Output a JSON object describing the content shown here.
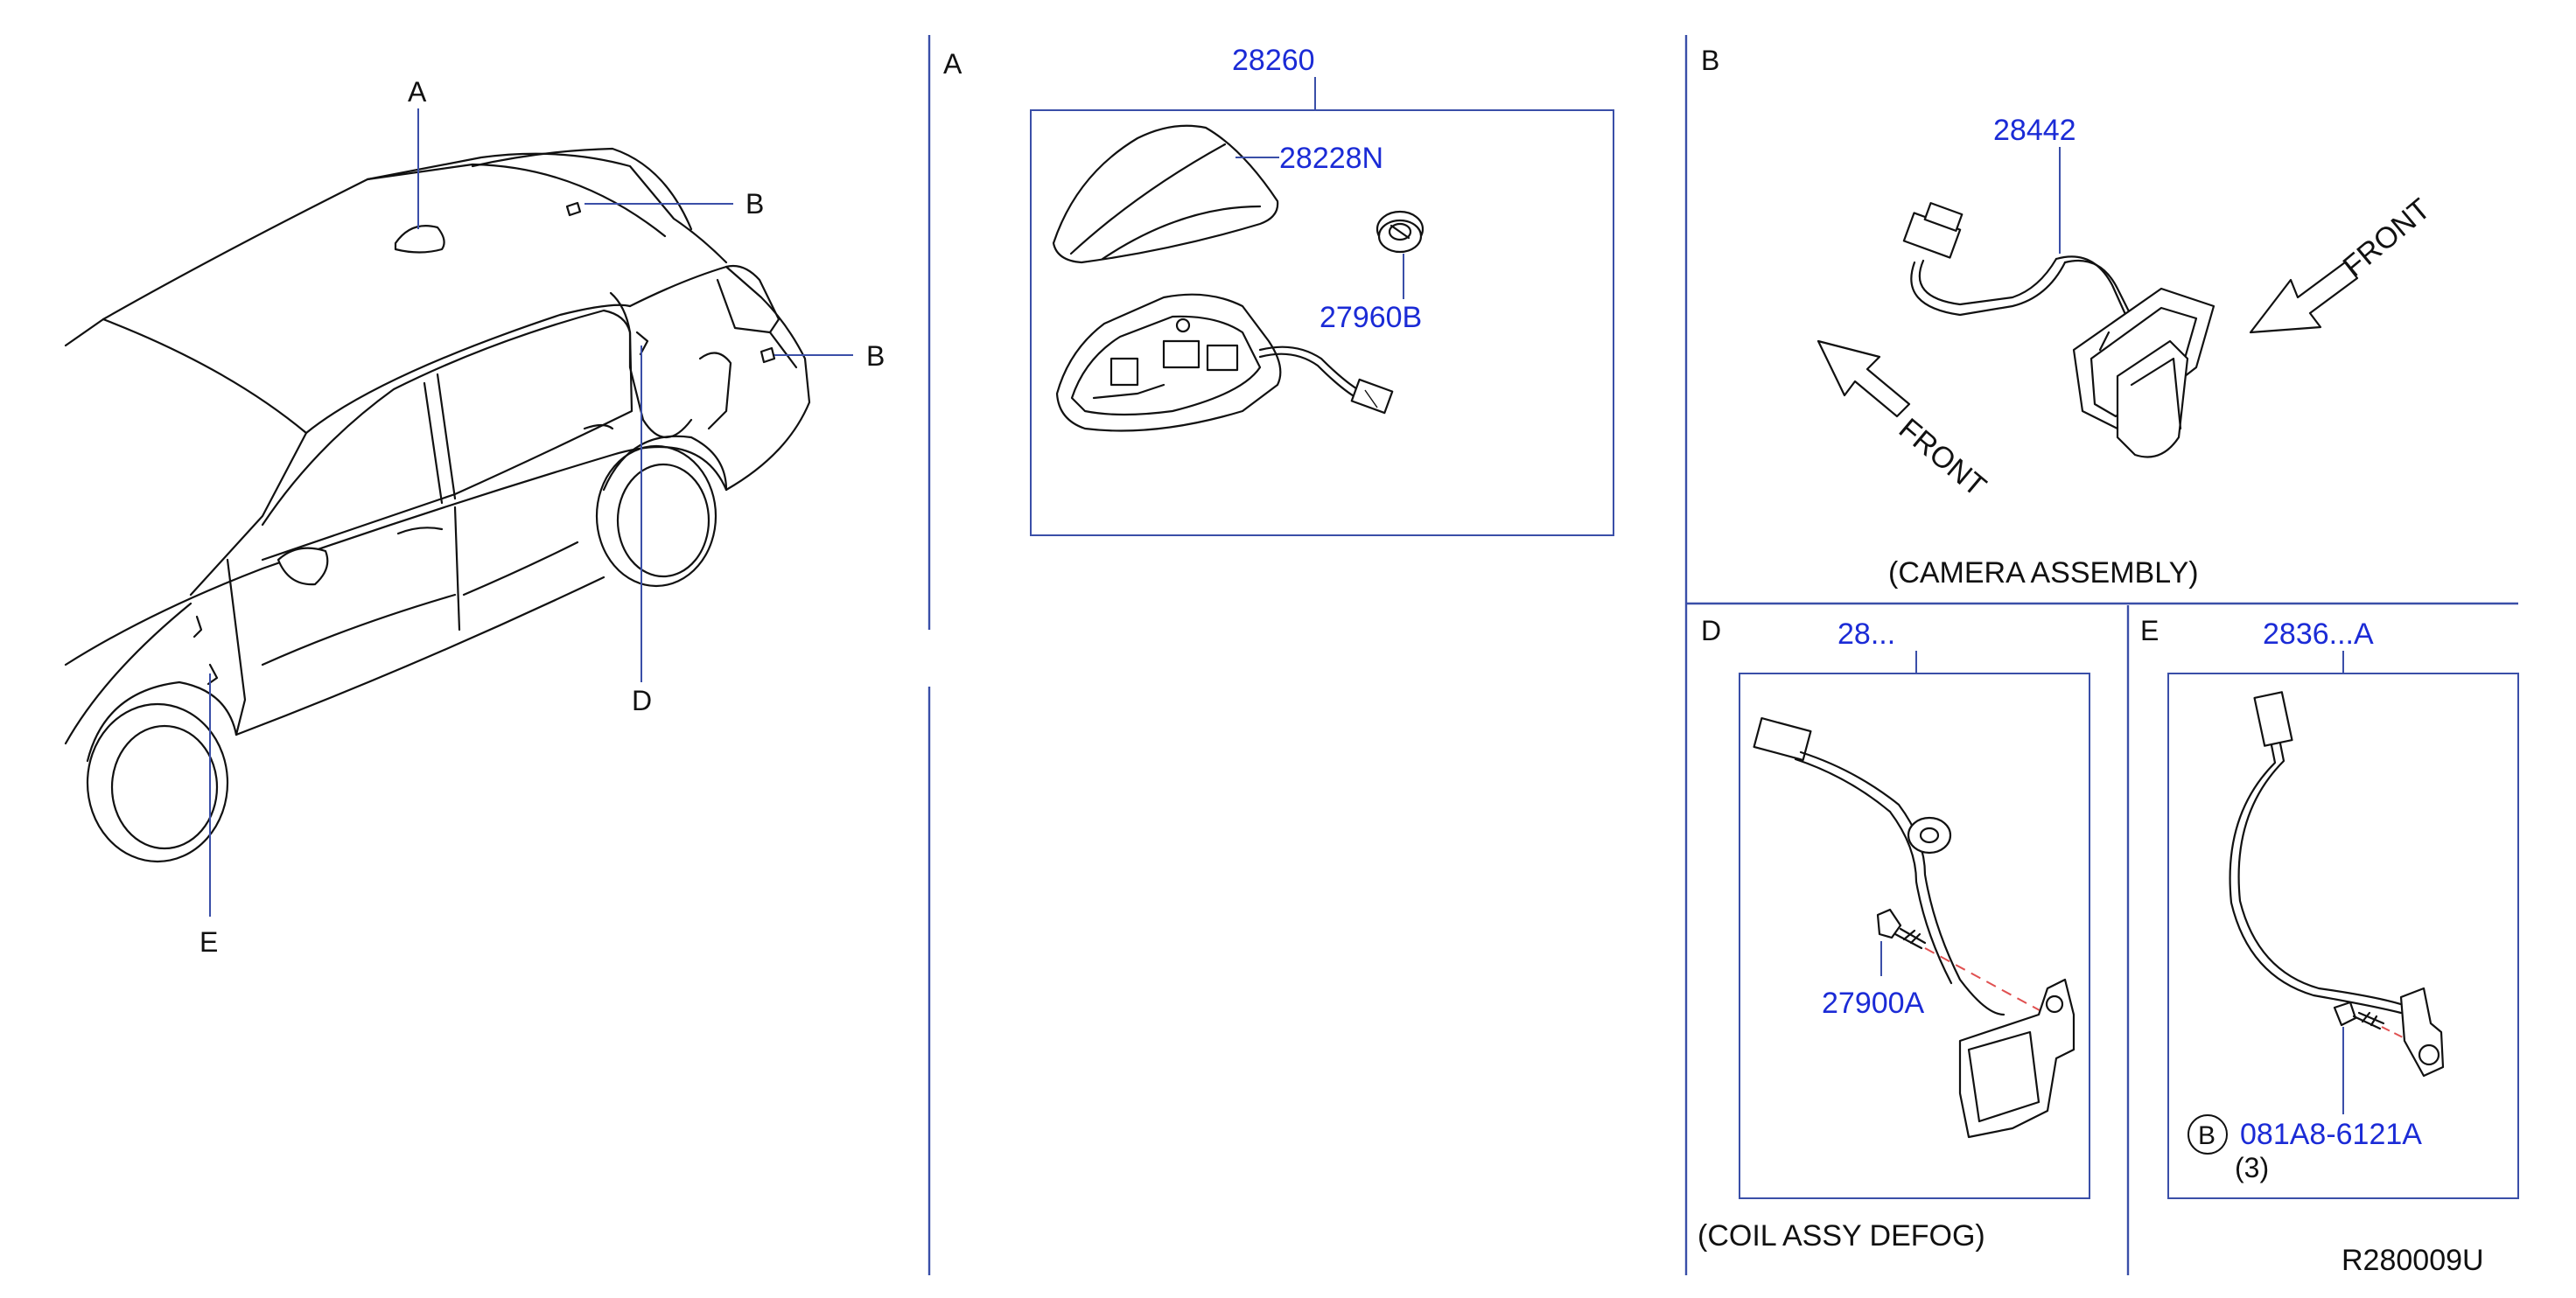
{
  "overview": {
    "label_a": "A",
    "label_b_top": "B",
    "label_b_side": "B",
    "label_d": "D",
    "label_e": "E"
  },
  "section_a": {
    "letter": "A",
    "assembly_part": "28260",
    "part_cover": "28228N",
    "part_grommet": "27960B"
  },
  "section_b": {
    "letter": "B",
    "part_camera": "28442",
    "arrow_front_1": "FRONT",
    "arrow_front_2": "FRONT",
    "caption": "(CAMERA   ASSEMBLY)"
  },
  "section_d": {
    "letter": "D",
    "part_top": "28...",
    "part_bolt": "27900A",
    "caption": "(COIL   ASSY   DEFOG)"
  },
  "section_e": {
    "letter": "E",
    "part_top": "2836...A",
    "bolt_symbol": "B",
    "part_bolt": "081A8-6121A",
    "bolt_qty": "(3)"
  },
  "diagram_code": "R280009U",
  "colors": {
    "part_number": "#1b2bd6",
    "frame": "#3a4fa8",
    "ink": "#111111",
    "bolt_dash": "#e05050"
  }
}
